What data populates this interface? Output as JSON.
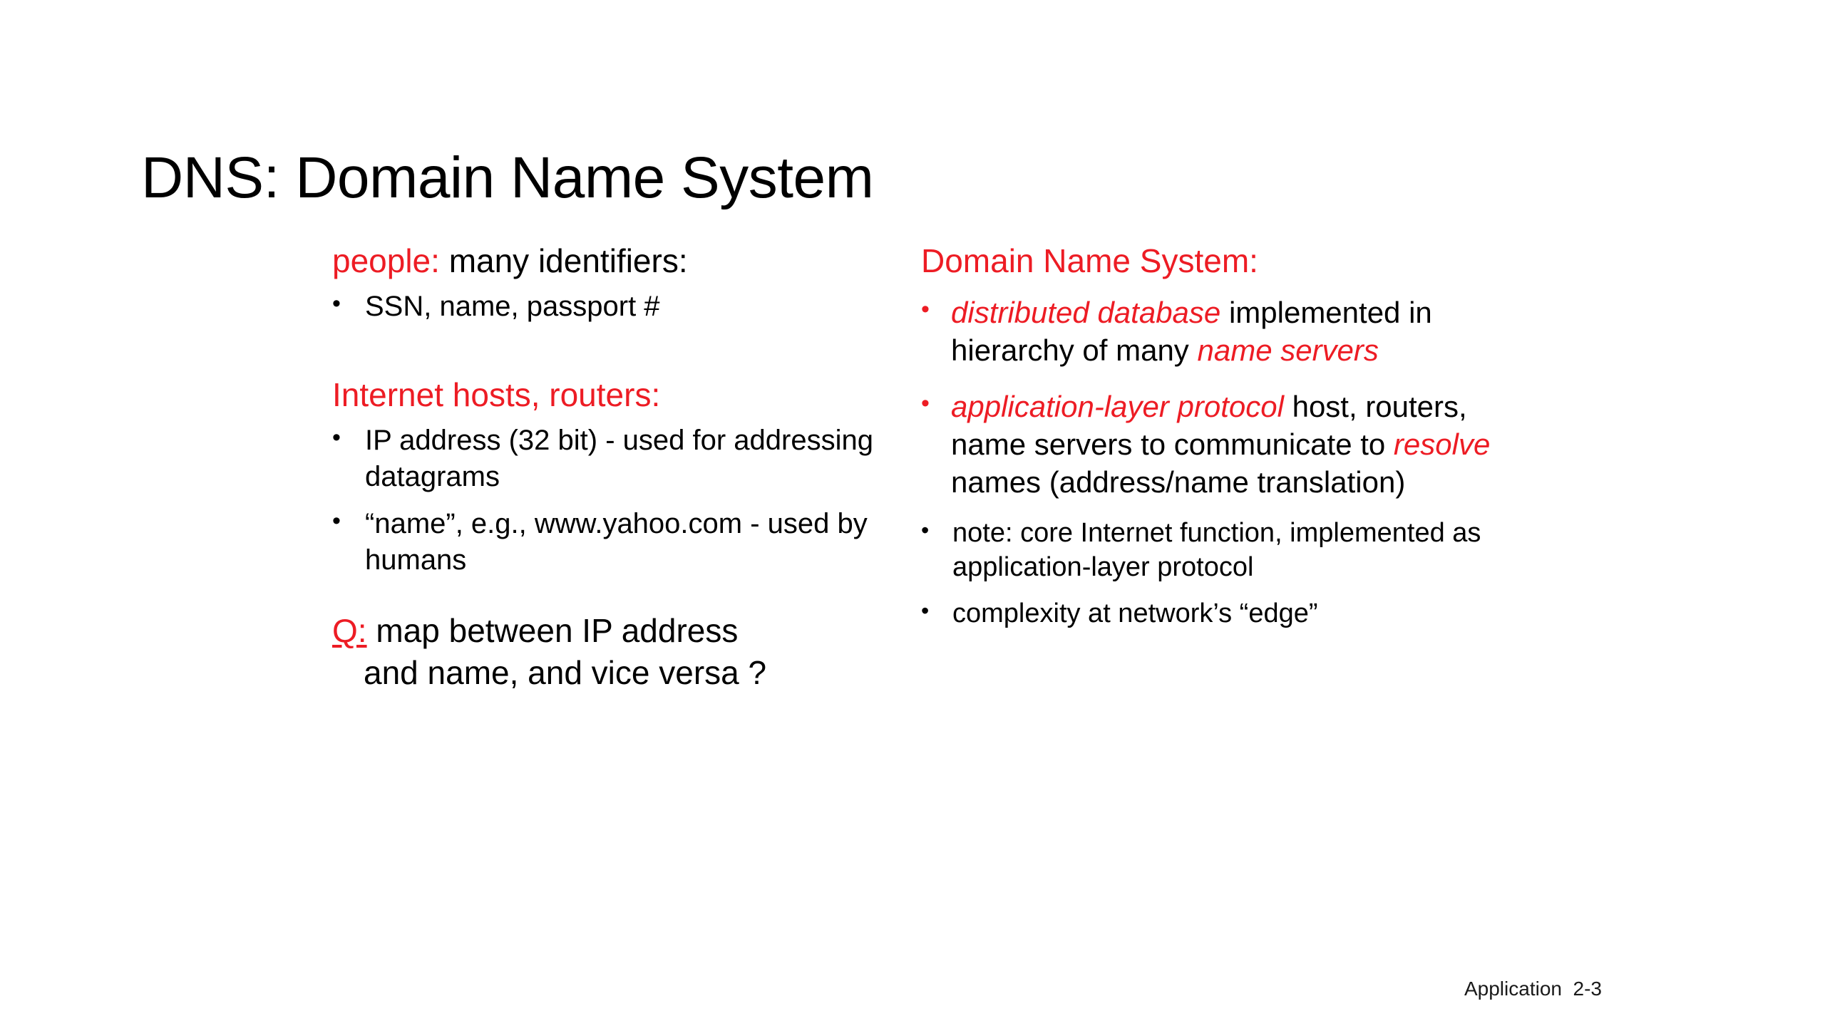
{
  "slide": {
    "title": "DNS: Domain Name System",
    "footer": "Application  2-3",
    "accent_red": "#ED1C24",
    "text_black": "#000000",
    "background": "#FFFFFF"
  },
  "left_column": {
    "heading_people_red": "people:",
    "heading_people_rest": " many identifiers:",
    "people_bullets": [
      {
        "marker": "bullet-dot",
        "text": "SSN, name, passport #"
      }
    ],
    "heading_hosts": "Internet hosts, routers:",
    "hosts_bullets": [
      {
        "marker": "bullet-dot",
        "text": "IP address (32 bit) - used for addressing datagrams"
      },
      {
        "marker": "bullet-dot",
        "text": "“name”, e.g., www.yahoo.com - used by humans"
      }
    ],
    "question": {
      "label": "Q:",
      "line1": " map between IP address",
      "line2": "and name, and vice versa ?"
    }
  },
  "right_column": {
    "heading": "Domain Name System:",
    "bullets": [
      {
        "marker": "bullet-dot-red",
        "parts": [
          {
            "style": "red-italic",
            "text": "distributed database"
          },
          {
            "style": "plain",
            "text": " implemented in hierarchy of many "
          },
          {
            "style": "red-italic",
            "text": "name servers"
          }
        ]
      },
      {
        "marker": "bullet-dot-red",
        "parts": [
          {
            "style": "red-italic",
            "text": "application-layer protocol"
          },
          {
            "style": "plain",
            "text": " host, routers, name servers to communicate to "
          },
          {
            "style": "red-italic",
            "text": "resolve"
          },
          {
            "style": "plain",
            "text": " names (address/name translation)"
          }
        ]
      }
    ],
    "sub_bullets": [
      {
        "marker": "bullet-dot",
        "text": "note: core Internet function, implemented as application-layer protocol"
      },
      {
        "marker": "bullet-dot",
        "text": "complexity at network’s “edge”"
      }
    ]
  }
}
